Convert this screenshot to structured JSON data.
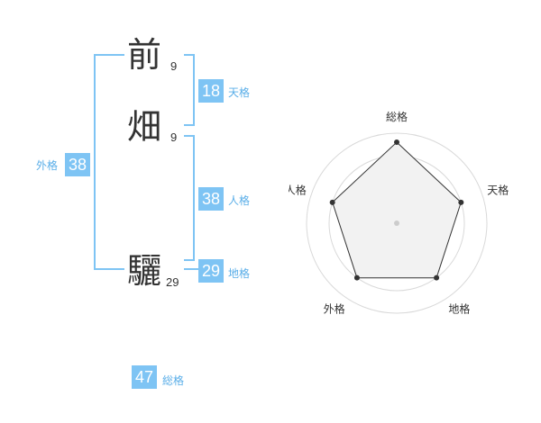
{
  "name_chars": [
    {
      "char": "前",
      "strokes": "9"
    },
    {
      "char": "畑",
      "strokes": "9"
    },
    {
      "char": "驪",
      "strokes": "29"
    }
  ],
  "kaku": {
    "tenkaku": {
      "value": "18",
      "label": "天格"
    },
    "jinkaku": {
      "value": "38",
      "label": "人格"
    },
    "chikaku": {
      "value": "29",
      "label": "地格"
    },
    "gaikaku": {
      "value": "38",
      "label": "外格"
    },
    "soukaku": {
      "value": "47",
      "label": "総格"
    }
  },
  "colors": {
    "accent": "#7ec4f4",
    "label": "#5aaee8",
    "text": "#333333"
  },
  "chart_data": {
    "type": "radar",
    "axes": [
      "総格",
      "天格",
      "地格",
      "外格",
      "人格"
    ],
    "values": [
      0.9,
      0.75,
      0.75,
      0.75,
      0.75
    ],
    "rings": 4,
    "range": [
      0,
      1
    ]
  }
}
